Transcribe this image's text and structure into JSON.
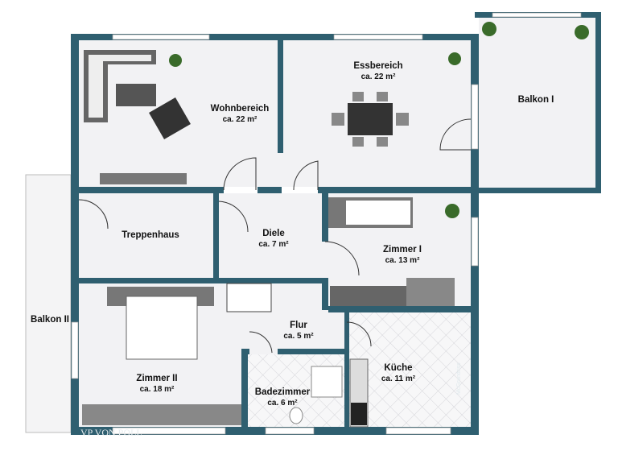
{
  "colors": {
    "wall": "#2f5f70",
    "floor": "#f2f2f4",
    "tile": "#d9d9dd",
    "furniture": "#444"
  },
  "rooms": [
    {
      "name": "Wohnbereich",
      "area": "ca. 22 m²"
    },
    {
      "name": "Essbereich",
      "area": "ca. 22 m²"
    },
    {
      "name": "Balkon I",
      "area": ""
    },
    {
      "name": "Treppenhaus",
      "area": ""
    },
    {
      "name": "Diele",
      "area": "ca. 7 m²"
    },
    {
      "name": "Zimmer I",
      "area": "ca. 13 m²"
    },
    {
      "name": "Balkon II",
      "area": ""
    },
    {
      "name": "Flur",
      "area": "ca. 5 m²"
    },
    {
      "name": "Zimmer II",
      "area": "ca. 18 m²"
    },
    {
      "name": "Küche",
      "area": "ca. 11 m²"
    },
    {
      "name": "Badezimmer",
      "area": "ca. 6 m²"
    }
  ],
  "logo": "VP VON POLL",
  "credit": "McGrundriss"
}
